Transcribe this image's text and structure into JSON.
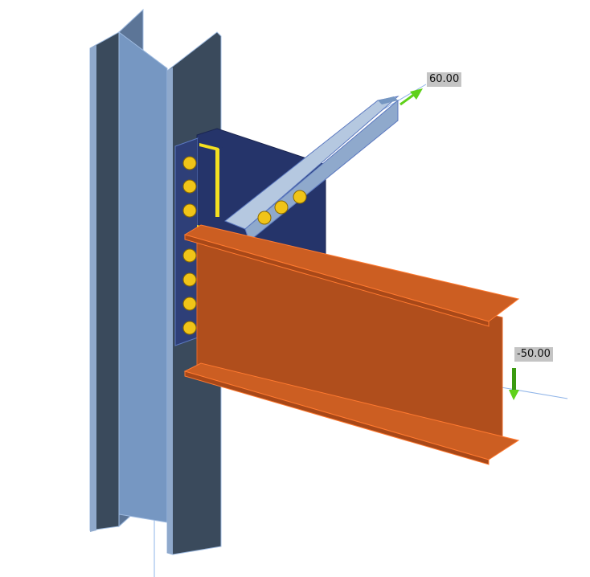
{
  "loads": [
    {
      "label": "60.00",
      "direction": "axial-brace"
    },
    {
      "label": "-50.00",
      "direction": "vertical-down"
    }
  ],
  "colors": {
    "column": "#6f8fb8",
    "column_dark": "#3a4a5c",
    "beam": "#b85420",
    "beam_light": "#cc5e22",
    "gusset": "#25346a",
    "brace": "#8fa9cc",
    "bolt": "#f0c418",
    "weld": "#f4e020",
    "arrow": "#5fd11a",
    "axis": "#8fb4e8"
  }
}
